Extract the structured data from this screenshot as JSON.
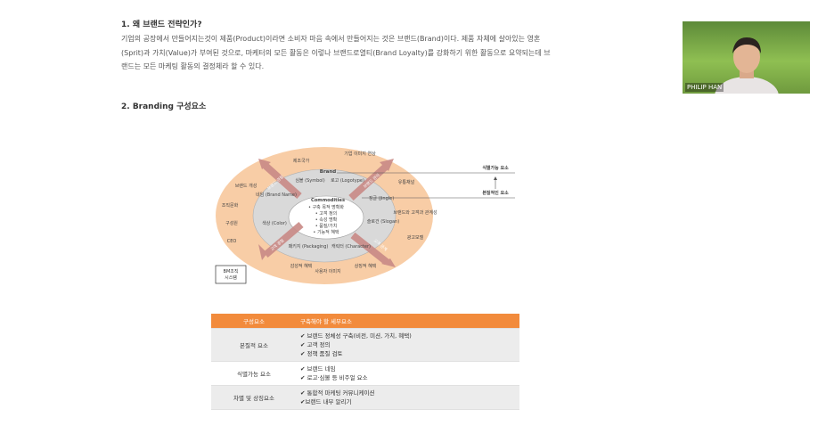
{
  "section1": {
    "heading": "1. 왜 브랜드 전략인가?",
    "lines": [
      "기업의 공장에서 만들어지는것이 제품(Product)이라면 소비자 마음 속에서 만들어지는 것은 브랜드(Brand)이다. 제품 자체에 살아있는 영혼",
      "(Sprit)과 가치(Value)가 부여된 것으로, 마케터의 모든 활동은 이렇나 브랜드로열티(Brand Loyalty)를 강화하기 위한 활동으로 요약되는데 브",
      "랜드는 모든 마케팅 활동의 결정체라 할 수 있다."
    ]
  },
  "section2": {
    "heading": "2. Branding 구성요소"
  },
  "video": {
    "name": "PHILIP HAN"
  },
  "diagram": {
    "outer_labels": [
      "제조국가",
      "기업 이미지 연상",
      "브랜드 개성",
      "조직문화",
      "구성원",
      "CEO",
      "유통채널",
      "브랜드와 고객과 관계성",
      "광고모델",
      "감성적 혜택",
      "사용자 이미지",
      "상징적 혜택"
    ],
    "brand_title": "Brand",
    "brand_items": [
      "심볼 (Symbol)",
      "로고 (Logotype)",
      "네임 (Brand Name)",
      "징글 (Jingle)",
      "색상 (Color)",
      "슬로건 (Slogan)",
      "패키지 (Packaging)",
      "캐릭터 (Character)"
    ],
    "commodities_title": "Commodities",
    "commodities_items": [
      "• 구축 목적 명확화",
      "• 고객 정의",
      "• 속성 명확",
      "• 품질/가치",
      "• 기능적 혜택"
    ],
    "arrow_labels": [
      "브랜드 경험",
      "브랜드 관리",
      "고객 경험",
      "고객 관계"
    ],
    "right_labels": [
      "식별가능 요소",
      "본질적인 요소"
    ],
    "bottom_left_box": [
      "BM조직",
      "시스템"
    ]
  },
  "table": {
    "headers": [
      "구성요소",
      "구축해야 할 세부요소"
    ],
    "rows": [
      {
        "name": "본질적 요소",
        "items": [
          "✔ 브랜드 정체성 구축(비전, 미션, 가치, 혜택)",
          "✔ 고객 정의",
          "✔ 정책 품질 검토"
        ]
      },
      {
        "name": "식별가능 요소",
        "items": [
          "✔ 브랜드 네임",
          "✔ 로고·심볼 등 비주얼 요소"
        ]
      },
      {
        "name": "차별 및 상징요소",
        "items": [
          "✔ 통합적 마케팅 커뮤니케이션",
          "✔브랜드 내부 알리기"
        ]
      }
    ]
  }
}
